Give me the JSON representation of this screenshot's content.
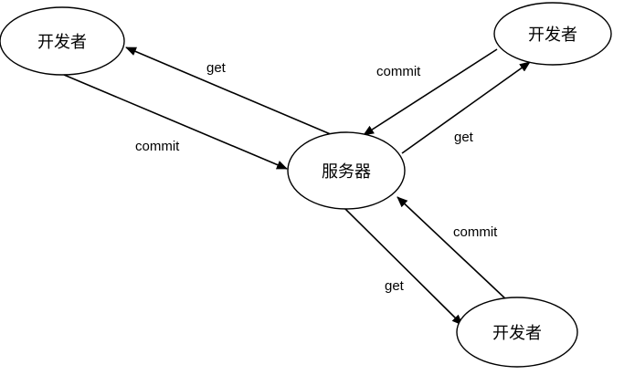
{
  "diagram": {
    "nodes": {
      "developer_top_left": "开发者",
      "developer_top_right": "开发者",
      "developer_bottom_right": "开发者",
      "server": "服务器"
    },
    "edges": {
      "server_to_top_left": "get",
      "top_left_to_server": "commit",
      "top_right_to_server": "commit",
      "server_to_top_right": "get",
      "bottom_right_to_server": "commit",
      "server_to_bottom_right": "get"
    }
  }
}
